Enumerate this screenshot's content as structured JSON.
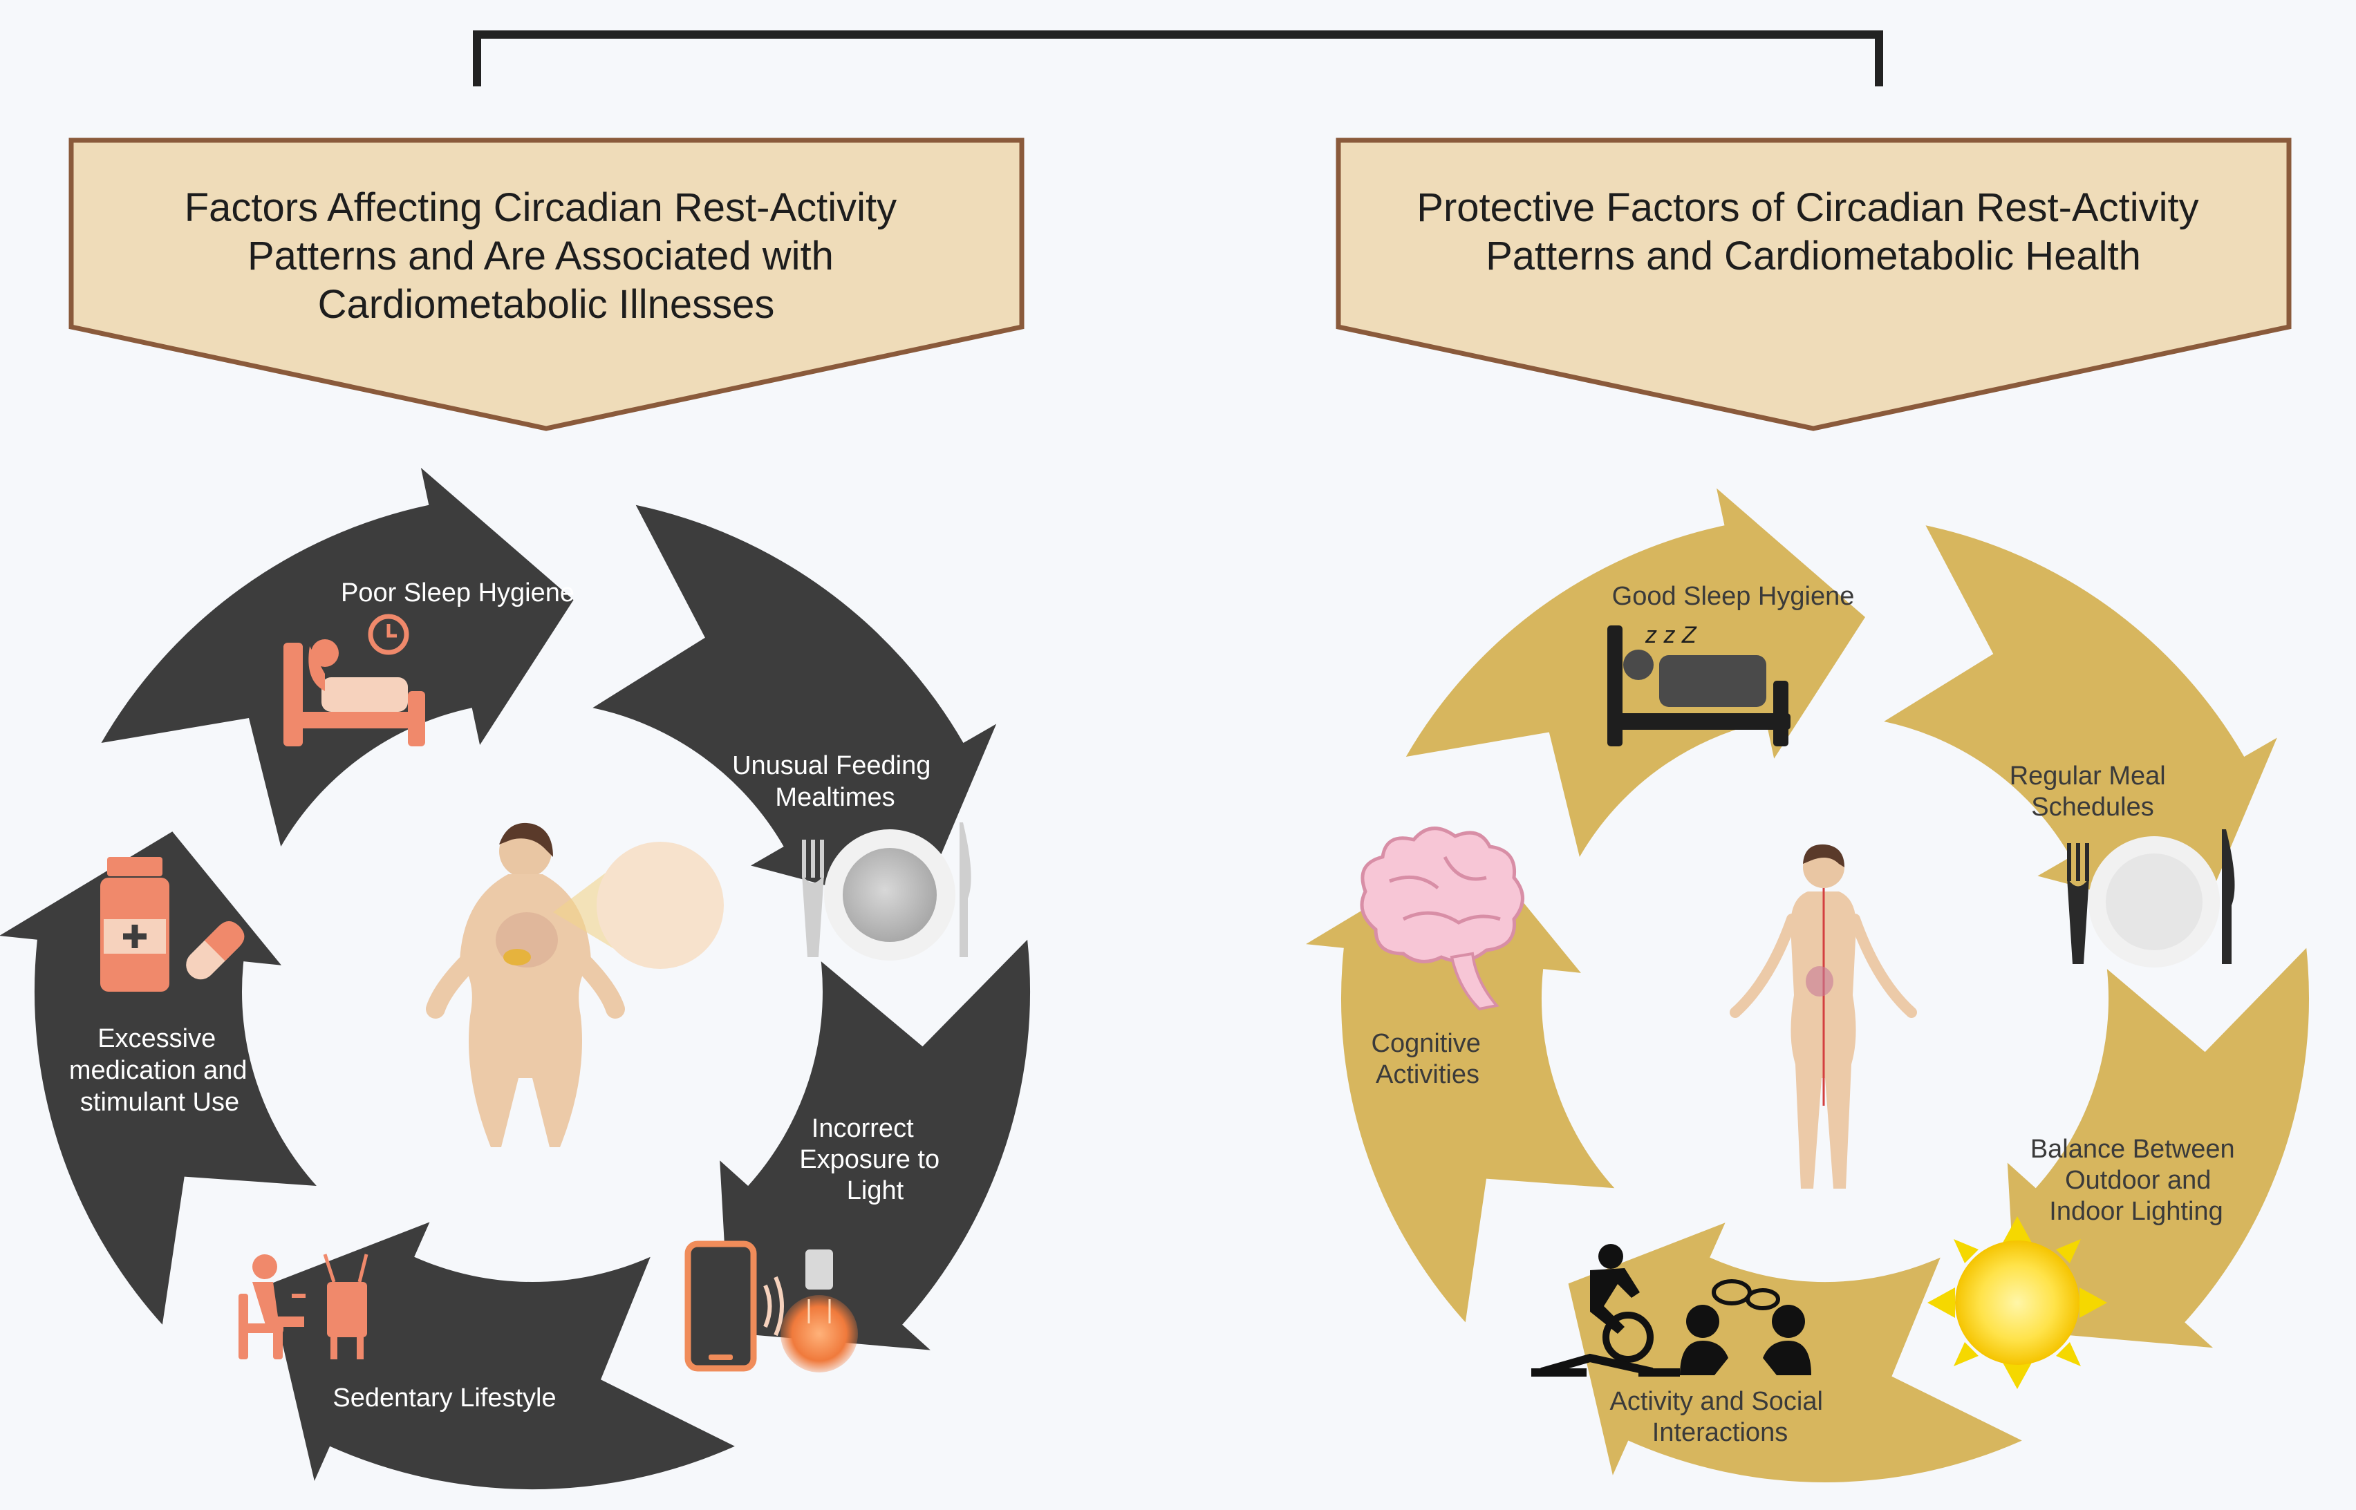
{
  "left_panel": {
    "title_lines": [
      "Factors Affecting Circadian Rest-Activity",
      "Patterns and Are Associated with",
      "Cardiometabolic Illnesses"
    ],
    "segments": [
      {
        "label_lines": [
          "Poor Sleep Hygiene"
        ]
      },
      {
        "label_lines": [
          "Unusual  Feeding",
          "Mealtimes"
        ]
      },
      {
        "label_lines": [
          "Incorrect",
          "Exposure   to",
          "Light"
        ]
      },
      {
        "label_lines": [
          "Sedentary Lifestyle"
        ]
      },
      {
        "label_lines": [
          "Excessive",
          "medication and",
          "stimulant Use"
        ]
      }
    ],
    "ring_color": "#3d3d3d",
    "icon_color": "#f0896b"
  },
  "right_panel": {
    "title_lines": [
      "Protective Factors of Circadian Rest-Activity",
      "Patterns and Cardiometabolic Health"
    ],
    "segments": [
      {
        "label_lines": [
          "Good Sleep Hygiene"
        ]
      },
      {
        "label_lines": [
          "Regular Meal",
          "Schedules"
        ]
      },
      {
        "label_lines": [
          "Balance Between",
          "Outdoor and",
          "Indoor Lighting"
        ]
      },
      {
        "label_lines": [
          "Activity  and Social",
          "Interactions"
        ]
      },
      {
        "label_lines": [
          "Cognitive",
          "Activities"
        ]
      }
    ],
    "ring_color": "#d7b65e",
    "icon_color": "#1e1e1e"
  },
  "colors": {
    "banner_fill": "#efdcb9",
    "banner_stroke": "#8a5a3b",
    "bracket": "#222222",
    "background": "#f6f8fb"
  }
}
